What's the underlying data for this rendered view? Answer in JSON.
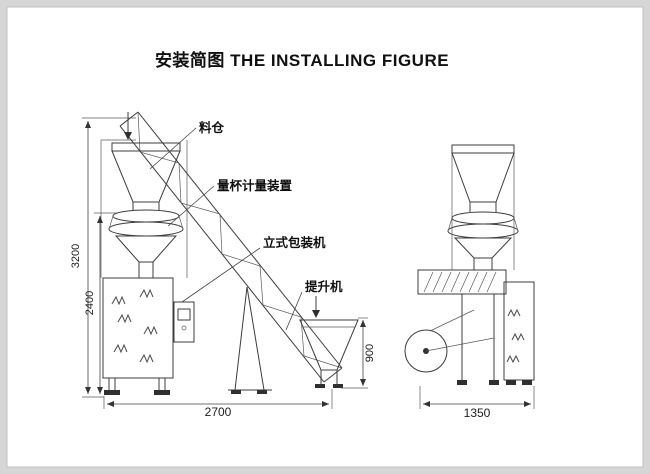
{
  "title": "安装简图 THE INSTALLING FIGURE",
  "callouts": {
    "hopper": "料仓",
    "measuring": "量杯计量装置",
    "packer": "立式包装机",
    "elevator": "提升机"
  },
  "dimensions": {
    "total_height": "3200",
    "machine_height": "2400",
    "total_width": "2700",
    "feed_hopper_height": "900",
    "side_width": "1350"
  },
  "colors": {
    "line": "#3c3c3c",
    "frame": "#d6d6d6",
    "background": "#ffffff"
  }
}
